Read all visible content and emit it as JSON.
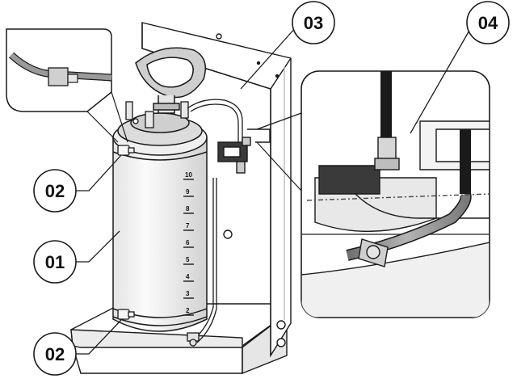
{
  "callouts": {
    "c01": "01",
    "c02_top": "02",
    "c02_bottom": "02",
    "c03": "03",
    "c04": "04"
  },
  "tank_scale": [
    "10",
    "9",
    "8",
    "7",
    "6",
    "5",
    "4",
    "3",
    "2"
  ],
  "colors": {
    "line": "#1a1a1a",
    "tank": "#f3f3f3",
    "hose": "#8d8d8d",
    "frame": "#ffffff",
    "shade": "#d9d9d9"
  }
}
